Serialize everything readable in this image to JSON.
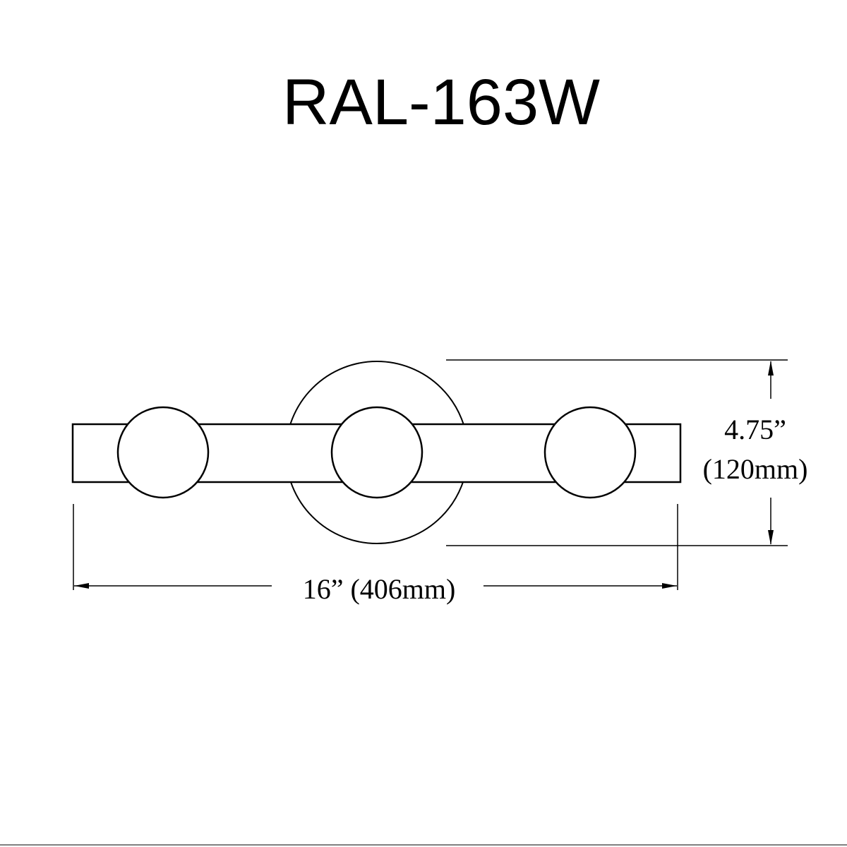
{
  "title": "RAL-163W",
  "dimensions": {
    "height_in": "4.75”",
    "height_mm": "(120mm)",
    "width": "16” (406mm)"
  },
  "colors": {
    "line": "#000000",
    "background": "#ffffff"
  }
}
